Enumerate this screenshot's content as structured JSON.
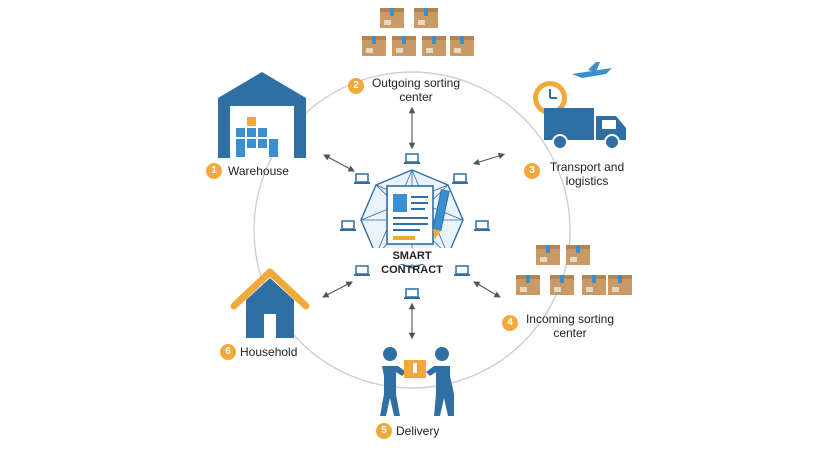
{
  "center": {
    "label": "SMART CONTRACT"
  },
  "nodes": [
    {
      "number": "1",
      "label": "Warehouse",
      "icon": "warehouse-icon"
    },
    {
      "number": "2",
      "label_line1": "Outgoing sorting",
      "label_line2": "center",
      "icon": "boxes-icon"
    },
    {
      "number": "3",
      "label_line1": "Transport and",
      "label_line2": "logistics",
      "icon": "truck-icon"
    },
    {
      "number": "4",
      "label_line1": "Incoming sorting",
      "label_line2": "center",
      "icon": "boxes-icon"
    },
    {
      "number": "5",
      "label": "Delivery",
      "icon": "people-handover-icon"
    },
    {
      "number": "6",
      "label": "Household",
      "icon": "house-icon"
    }
  ],
  "colors": {
    "primary": "#2f6fa4",
    "accent": "#f2a93b",
    "box": "#c99a65",
    "line": "#c8c8c8",
    "text": "#222222"
  }
}
